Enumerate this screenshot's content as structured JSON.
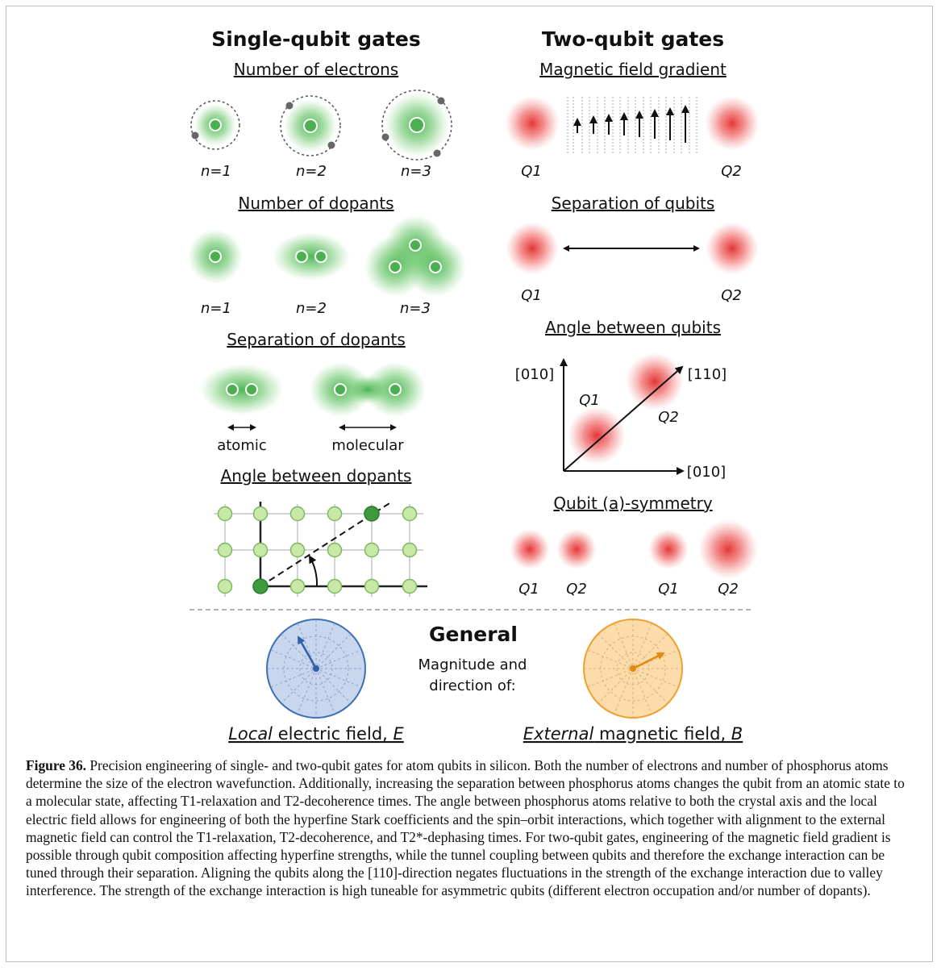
{
  "single": {
    "title": "Single-qubit gates",
    "electrons": {
      "heading": "Number of electrons",
      "labels": [
        "n=1",
        "n=2",
        "n=3"
      ]
    },
    "dopants": {
      "heading": "Number of dopants",
      "labels": [
        "n=1",
        "n=2",
        "n=3"
      ]
    },
    "separation": {
      "heading": "Separation of dopants",
      "labels": [
        "atomic",
        "molecular"
      ]
    },
    "angle": {
      "heading": "Angle between dopants"
    }
  },
  "two": {
    "title": "Two-qubit gates",
    "gradient": {
      "heading": "Magnetic field gradient",
      "q1": "Q1",
      "q2": "Q2"
    },
    "separation": {
      "heading": "Separation of qubits",
      "q1": "Q1",
      "q2": "Q2"
    },
    "angle": {
      "heading": "Angle between qubits",
      "y_axis": "[010]",
      "x_axis": "[010]",
      "diag": "[110]",
      "q1": "Q1",
      "q2": "Q2"
    },
    "symmetry": {
      "heading": "Qubit (a)-symmetry",
      "labels": [
        "Q1",
        "Q2",
        "Q1",
        "Q2"
      ]
    }
  },
  "general": {
    "title": "General",
    "desc_line1": "Magnitude and",
    "desc_line2": "direction of:",
    "left_italic": "Local",
    "left_rest": " electric field, ",
    "left_var": "E",
    "right_italic": "External",
    "right_rest": " magnetic field, ",
    "right_var": "B"
  },
  "colors": {
    "green": "#4caf50",
    "red": "#e53935",
    "blue": "#3f6fb5",
    "orange": "#f0a030"
  },
  "caption": {
    "label": "Figure 36.",
    "text": "Precision engineering of single- and two-qubit gates for atom qubits in silicon. Both the number of electrons and number of phosphorus atoms determine the size of the electron wavefunction. Additionally, increasing the separation between phosphorus atoms changes the qubit from an atomic state to a molecular state, affecting T1-relaxation and T2-decoherence times. The angle between phosphorus atoms relative to both the crystal axis and the local electric field allows for engineering of both the hyperfine Stark coefficients and the spin–orbit interactions, which together with alignment to the external magnetic field can control the T1-relaxation, T2-decoherence, and T2*-dephasing times. For two-qubit gates, engineering of the magnetic field gradient is possible through qubit composition affecting hyperfine strengths, while the tunnel coupling between qubits and therefore the exchange interaction can be tuned through their separation. Aligning the qubits along the [110]-direction negates fluctuations in the strength of the exchange interaction due to valley interference. The strength of the exchange interaction is high tuneable for asymmetric qubits (different electron occupation and/or number of dopants)."
  }
}
